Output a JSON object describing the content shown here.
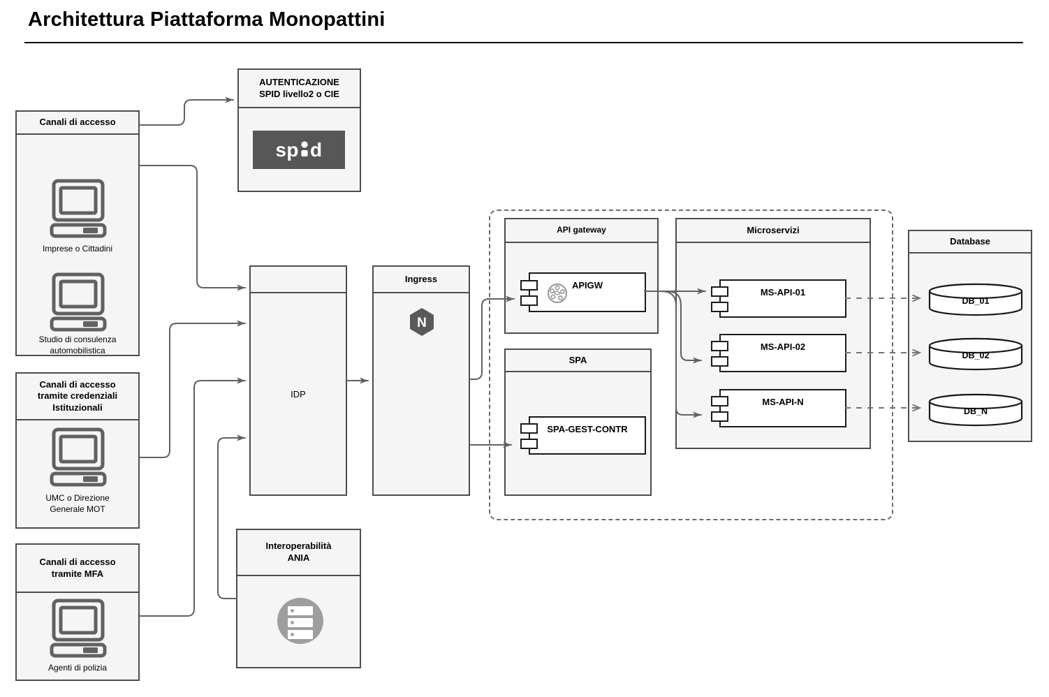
{
  "title": "Architettura Piattaforma Monopattini",
  "colors": {
    "panel_fill": "#f5f5f5",
    "panel_border": "#4d4d4d",
    "component_border": "#1a1a1a",
    "edge": "#616161",
    "spid_badge_bg": "#575757",
    "nginx_logo": "#595959",
    "icon_gray": "#9e9e9e"
  },
  "access_channels": {
    "header": "Canali di accesso",
    "item1": "Imprese o Cittadini",
    "item2": "Studio di consulenza\nautomobilistica"
  },
  "institutional_channels": {
    "header": "Canali di accesso\ntramite credenziali\nIstituzionali",
    "item1": "UMC o Direzione\nGenerale MOT"
  },
  "mfa_channels": {
    "header": "Canali di accesso\ntramite MFA",
    "item1": "Agenti di polizia"
  },
  "authentication": {
    "header": "AUTENTICAZIONE\nSPID livello2 o CIE",
    "logo_left": "sp",
    "logo_right": "d"
  },
  "idp": {
    "label": "IDP"
  },
  "ingress": {
    "header": "Ingress",
    "logo_letter": "N"
  },
  "api_gateway": {
    "header": "API gateway",
    "component": "APIGW"
  },
  "spa": {
    "header": "SPA",
    "component": "SPA-GEST-CONTR"
  },
  "microservices": {
    "header": "Microservizi",
    "components": [
      "MS-API-01",
      "MS-API-02",
      "MS-API-N"
    ]
  },
  "database": {
    "header": "Database",
    "cylinders": [
      "DB_01",
      "DB_02",
      "DB_N"
    ]
  },
  "interoperability": {
    "header": "Interoperabilità\nANIA"
  }
}
